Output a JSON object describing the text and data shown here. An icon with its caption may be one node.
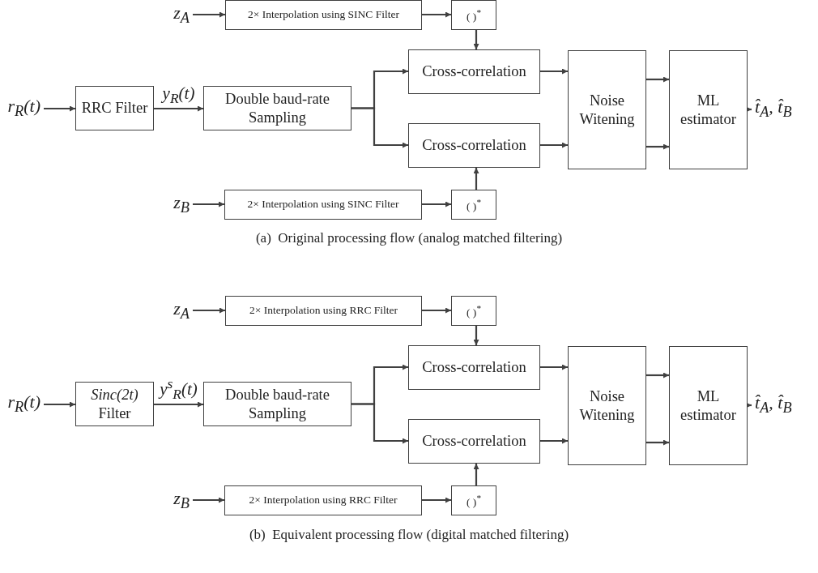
{
  "diagram": {
    "nodes": [
      {
        "text": [
          "z$_{A}$"
        ]
      },
      {
        "text": [
          "2× Interpolation using SINC Filter"
        ]
      },
      {
        "text": [
          "( )$^{*}$"
        ]
      },
      {
        "text": [
          "r$_{R}$(t)"
        ]
      },
      {
        "text": [
          "RRC Filter"
        ]
      },
      {
        "text": [
          "Double baud-rate Sampling"
        ]
      },
      {
        "text": [
          "Cross-correlation"
        ]
      },
      {
        "text": [
          "Cross-correlation"
        ]
      },
      {
        "text": [
          "z$_{B}$"
        ]
      },
      {
        "text": [
          "2× Interpolation using SINC Filter"
        ]
      },
      {
        "text": [
          "( )$^{*}$"
        ]
      },
      {
        "text": [
          "Noise Witening"
        ]
      },
      {
        "text": [
          "ML estimator"
        ]
      },
      {
        "text": [
          "t̂$_{A}$, t̂$_{B}$"
        ]
      },
      {
        "text": [
          "z$_{A}$"
        ]
      },
      {
        "text": [
          "2× Interpolation using RRC Filter"
        ]
      },
      {
        "text": [
          "( )$^{*}$"
        ]
      },
      {
        "text": [
          "r$_{R}$(t)"
        ]
      },
      {
        "text": [
          "*Sinc(2t)* Filter"
        ]
      },
      {
        "text": [
          "Double baud-rate Sampling"
        ]
      },
      {
        "text": [
          "Cross-correlation"
        ]
      },
      {
        "text": [
          "Cross-correlation"
        ]
      },
      {
        "text": [
          "z$_{B}$"
        ]
      },
      {
        "text": [
          "2× Interpolation using RRC Filter"
        ]
      },
      {
        "text": [
          "( )$^{*}$"
        ]
      },
      {
        "text": [
          "Noise Witening"
        ]
      },
      {
        "text": [
          "ML estimator"
        ]
      },
      {
        "text": [
          "t̂$_{A}$, t̂$_{B}$"
        ]
      }
    ],
    "edges": [
      {
        "from": 0,
        "to": 1,
        "arrow": "to"
      },
      {
        "from": 1,
        "to": 2,
        "arrow": "to"
      },
      {
        "from": 2,
        "to": 6,
        "arrow": "to"
      },
      {
        "from": 3,
        "to": 4,
        "arrow": "to"
      },
      {
        "from": 4,
        "to": 5,
        "arrow": "to",
        "label": "y$_{R}$(t)"
      },
      {
        "from": 5,
        "to": 6,
        "arrow": "to"
      },
      {
        "from": 5,
        "to": 7,
        "arrow": "to"
      },
      {
        "from": 10,
        "to": 7,
        "arrow": "to"
      },
      {
        "from": 8,
        "to": 9,
        "arrow": "to"
      },
      {
        "from": 9,
        "to": 10,
        "arrow": "to"
      },
      {
        "from": 6,
        "to": 11,
        "arrow": "to"
      },
      {
        "from": 7,
        "to": 11,
        "arrow": "to"
      },
      {
        "from": 11,
        "to": 12,
        "arrow": "to"
      },
      {
        "from": 11,
        "to": 12,
        "arrow": "to"
      },
      {
        "from": 12,
        "to": 13,
        "arrow": "to"
      },
      {
        "from": 14,
        "to": 15,
        "arrow": "to"
      },
      {
        "from": 15,
        "to": 16,
        "arrow": "to"
      },
      {
        "from": 16,
        "to": 20,
        "arrow": "to"
      },
      {
        "from": 17,
        "to": 18,
        "arrow": "to"
      },
      {
        "from": 18,
        "to": 19,
        "arrow": "to",
        "label": "y$^{s}$$_{R}$(t)"
      },
      {
        "from": 19,
        "to": 20,
        "arrow": "to"
      },
      {
        "from": 19,
        "to": 21,
        "arrow": "to"
      },
      {
        "from": 24,
        "to": 21,
        "arrow": "to"
      },
      {
        "from": 22,
        "to": 23,
        "arrow": "to"
      },
      {
        "from": 23,
        "to": 24,
        "arrow": "to"
      },
      {
        "from": 20,
        "to": 25,
        "arrow": "to"
      },
      {
        "from": 21,
        "to": 25,
        "arrow": "to"
      },
      {
        "from": 25,
        "to": 26,
        "arrow": "to"
      },
      {
        "from": 25,
        "to": 26,
        "arrow": "to"
      },
      {
        "from": 26,
        "to": 27,
        "arrow": "to"
      }
    ],
    "labels": [
      "(a)  Original processing flow (analog matched filtering)",
      "(b)  Equivalent processing flow (digital matched filtering)"
    ]
  }
}
